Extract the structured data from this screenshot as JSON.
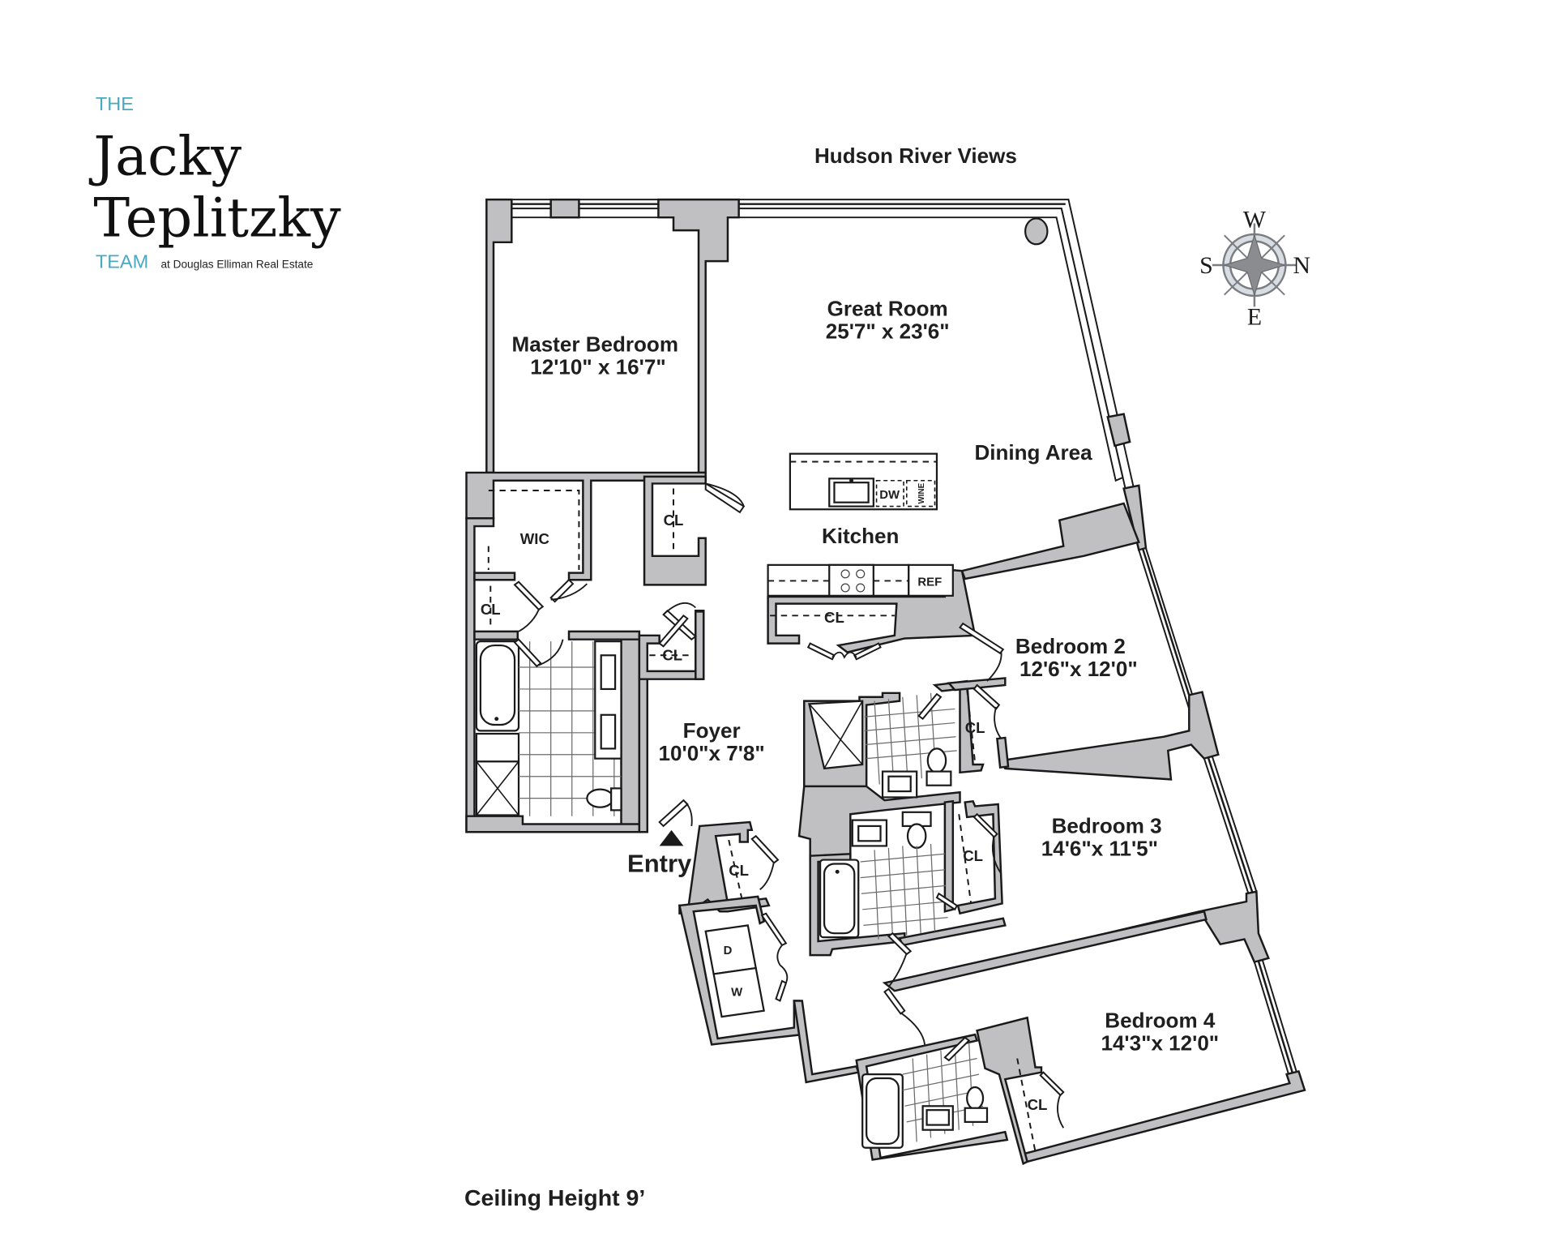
{
  "logo": {
    "line1": "THE",
    "line2": "Jacky",
    "line3": "Teplitzky",
    "line4": "TEAM",
    "tagline": "at Douglas Elliman Real Estate",
    "accent_color": "#4aa8c0"
  },
  "header": {
    "view_label": "Hudson River Views"
  },
  "compass": {
    "top": "W",
    "left": "S",
    "right": "N",
    "bottom": "E"
  },
  "rooms": {
    "master_bedroom": {
      "name": "Master Bedroom",
      "dims": "12'10\" x 16'7\""
    },
    "great_room": {
      "name": "Great Room",
      "dims": "25'7\" x 23'6\""
    },
    "dining_area": {
      "name": "Dining Area"
    },
    "kitchen": {
      "name": "Kitchen"
    },
    "foyer": {
      "name": "Foyer",
      "dims": "10'0\"x 7'8\""
    },
    "bedroom2": {
      "name": "Bedroom 2",
      "dims": "12'6\"x 12'0\""
    },
    "bedroom3": {
      "name": "Bedroom 3",
      "dims": "14'6\"x 11'5\""
    },
    "bedroom4": {
      "name": "Bedroom 4",
      "dims": "14'3\"x 12'0\""
    }
  },
  "labels": {
    "wic": "WIC",
    "closet": "CL",
    "dishwasher": "DW",
    "wine": "WINE",
    "refrigerator": "REF",
    "dryer": "D",
    "washer": "W",
    "entry": "Entry"
  },
  "footer": {
    "ceiling": "Ceiling Height 9’"
  },
  "colors": {
    "wall_fill": "#c0c0c2",
    "compass_ring": "#d8dde3",
    "compass_star": "#8a8c90"
  }
}
